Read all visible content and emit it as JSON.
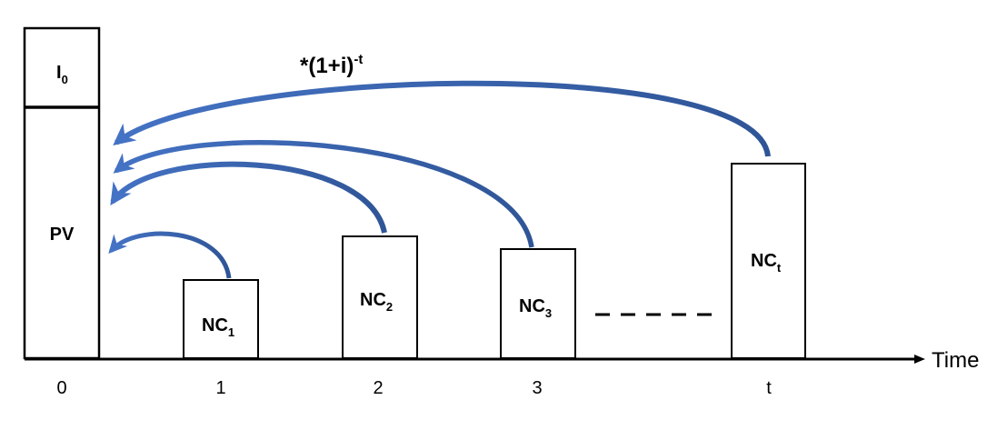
{
  "formula": {
    "base": "*(1+i)",
    "exponent": "-t"
  },
  "pv_stack": {
    "top_label": "I",
    "top_sub": "0",
    "bottom_label": "PV"
  },
  "cash_flows": [
    {
      "label": "NC",
      "sub": "1",
      "tick": "1"
    },
    {
      "label": "NC",
      "sub": "2",
      "tick": "2"
    },
    {
      "label": "NC",
      "sub": "3",
      "tick": "3"
    },
    {
      "label": "NC",
      "sub": "t",
      "tick": "t"
    }
  ],
  "axis": {
    "label": "Time",
    "origin_tick": "0"
  },
  "colors": {
    "arrow": "#3d66b5",
    "arrow_dark": "#2f5597"
  }
}
